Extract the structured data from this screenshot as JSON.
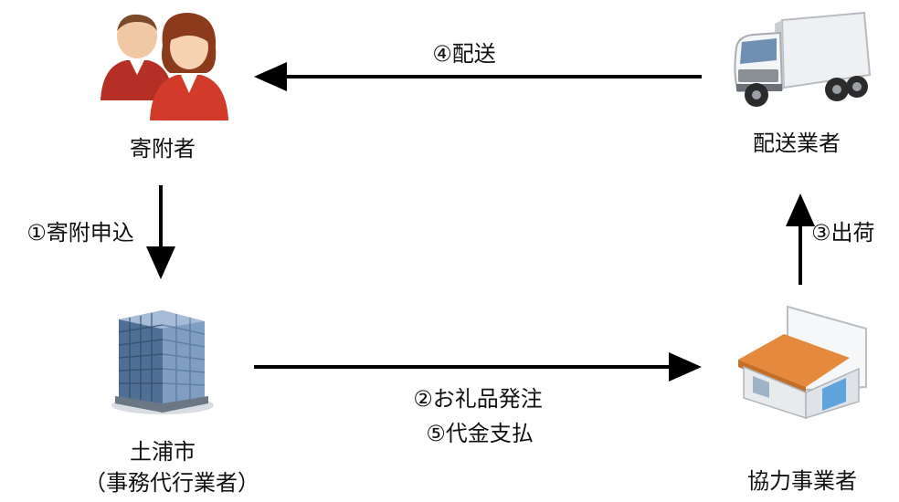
{
  "nodes": {
    "donor": {
      "label": "寄附者"
    },
    "delivery": {
      "label": "配送業者"
    },
    "city": {
      "label": "土浦市",
      "sublabel": "（事務代行業者）"
    },
    "partner": {
      "label": "協力事業者"
    }
  },
  "steps": {
    "s1": "①寄附申込",
    "s2": "②お礼品発注",
    "s3": "③出荷",
    "s4": "④配送",
    "s5": "⑤代金支払"
  },
  "colors": {
    "arrow": "#000000",
    "person_male_shirt": "#c0392b",
    "person_female_shirt": "#d23a2a",
    "building_glass": "#5b7fa6",
    "warehouse_roof": "#e58a3c"
  }
}
